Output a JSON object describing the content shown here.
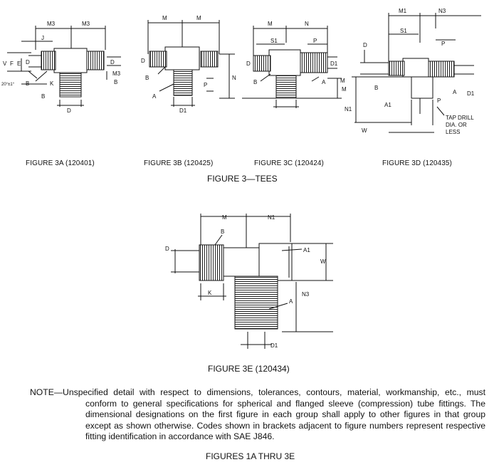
{
  "figures_top": [
    {
      "caption": "FIGURE 3A (120401)"
    },
    {
      "caption": "FIGURE 3B (120425)"
    },
    {
      "caption": "FIGURE 3C (120424)"
    },
    {
      "caption": "FIGURE 3D (120435)"
    }
  ],
  "group_title": "FIGURE 3—TEES",
  "figure_3e_caption": "FIGURE 3E (120434)",
  "note": {
    "label": "NOTE—",
    "text": "Unspecified detail with respect to dimensions, tolerances, contours, material, workmanship, etc., must conform to general specifications for spherical and flanged sleeve (compression) tube fittings. The dimensional designations on the first figure in each group shall apply to other figures in that group except as shown otherwise.  Codes shown in brackets adjacent to figure numbers represent respective fitting identification in accordance with SAE J846."
  },
  "footer_title": "FIGURES 1A THRU 3E",
  "labels": {
    "fig3a": {
      "m3_left": "M3",
      "m3_right": "M3",
      "j": "J",
      "v": "V",
      "f": "F",
      "e": "E",
      "d_left": "D",
      "d_right": "D",
      "angle": "20°±1°",
      "b_left": "B",
      "b_right": "B",
      "b_lower": "B",
      "k": "K",
      "m3_side": "M3",
      "d_bottom": "D"
    },
    "fig3b": {
      "m_left": "M",
      "m_right": "M",
      "d": "D",
      "b": "B",
      "a": "A",
      "p": "P",
      "n": "N",
      "d1": "D1"
    },
    "fig3c": {
      "m": "M",
      "n": "N",
      "s1": "S1",
      "p": "P",
      "d": "D",
      "d1": "D1",
      "b": "B",
      "a": "A",
      "m_side": "M"
    },
    "fig3d": {
      "m1": "M1",
      "n3": "N3",
      "s1": "S1",
      "p_top": "P",
      "d": "D",
      "b": "B",
      "a": "A",
      "a1": "A1",
      "n1": "N1",
      "w": "W",
      "p_bottom": "P",
      "d1": "D1",
      "tap": "TAP DRILL",
      "dia": "DIA. OR",
      "less": "LESS",
      "m": "M"
    },
    "fig3e": {
      "m": "M",
      "n1": "N1",
      "b": "B",
      "d": "D",
      "a1": "A1",
      "w": "W",
      "k": "K",
      "n3": "N3",
      "a": "A",
      "d1": "D1"
    }
  }
}
